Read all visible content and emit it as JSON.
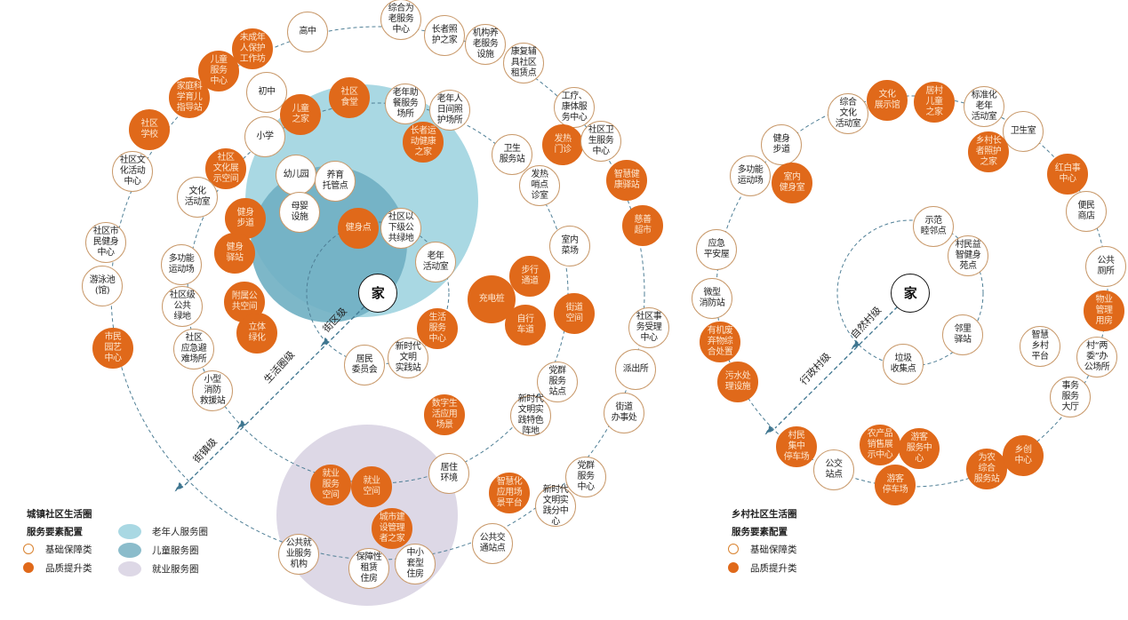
{
  "home_label": "家",
  "colors": {
    "quality": "#e0691a",
    "basic_border": "#c99a6c",
    "elderly_circle": "#a9d8e3",
    "children_circle": "#6fafc2",
    "employment_circle": "#ddd8e6"
  },
  "urban": {
    "levels": [
      "街区级",
      "生活圈级",
      "街镇级"
    ],
    "legend": {
      "title": "城镇社区生活圈",
      "subtitle": "服务要素配置",
      "basic": "基础保障类",
      "quality": "品质提升类",
      "elderly": "老年人服务圈",
      "children": "儿童服务圈",
      "employment": "就业服务圈"
    },
    "nodes": [
      {
        "label": "高中",
        "type": "b"
      },
      {
        "label": "综合为\n老服务\n中心",
        "type": "b"
      },
      {
        "label": "长者照\n护之家",
        "type": "b"
      },
      {
        "label": "机构养\n老服务\n设施",
        "type": "b"
      },
      {
        "label": "康复辅\n具社区\n租赁点",
        "type": "b"
      },
      {
        "label": "未成年\n人保护\n工作坊",
        "type": "q"
      },
      {
        "label": "儿童\n服务\n中心",
        "type": "q"
      },
      {
        "label": "家庭科\n学育儿\n指导站",
        "type": "q"
      },
      {
        "label": "社区\n学校",
        "type": "q"
      },
      {
        "label": "社区文\n化活动\n中心",
        "type": "b"
      },
      {
        "label": "社区市\n民健身\n中心",
        "type": "b"
      },
      {
        "label": "游泳池\n(馆)",
        "type": "b"
      },
      {
        "label": "市民\n园艺\n中心",
        "type": "q"
      },
      {
        "label": "初中",
        "type": "b"
      },
      {
        "label": "儿童\n之家",
        "type": "q"
      },
      {
        "label": "小学",
        "type": "b"
      },
      {
        "label": "社区\n食堂",
        "type": "q"
      },
      {
        "label": "老年助\n餐服务\n场所",
        "type": "b"
      },
      {
        "label": "老年人\n日间照\n护场所",
        "type": "b"
      },
      {
        "label": "长者运\n动健康\n之家",
        "type": "q"
      },
      {
        "label": "社区\n文化展\n示空间",
        "type": "q"
      },
      {
        "label": "文化\n活动室",
        "type": "b"
      },
      {
        "label": "健身\n步道",
        "type": "q"
      },
      {
        "label": "健身\n驿站",
        "type": "q"
      },
      {
        "label": "多功能\n运动场",
        "type": "b"
      },
      {
        "label": "社区级\n公共\n绿地",
        "type": "b"
      },
      {
        "label": "附属公\n共空间",
        "type": "q"
      },
      {
        "label": "立体\n绿化",
        "type": "q"
      },
      {
        "label": "社区\n应急避\n难场所",
        "type": "b"
      },
      {
        "label": "小型\n消防\n救援站",
        "type": "b"
      },
      {
        "label": "幼儿园",
        "type": "b"
      },
      {
        "label": "养育\n托管点",
        "type": "b"
      },
      {
        "label": "母婴\n设施",
        "type": "b"
      },
      {
        "label": "健身点",
        "type": "q"
      },
      {
        "label": "社区以\n下级公\n共绿地",
        "type": "b"
      },
      {
        "label": "老年\n活动室",
        "type": "b"
      },
      {
        "label": "生活\n服务\n中心",
        "type": "q"
      },
      {
        "label": "居民\n委员会",
        "type": "b"
      },
      {
        "label": "新时代\n文明\n实践站",
        "type": "b"
      },
      {
        "label": "卫生\n服务站",
        "type": "b"
      },
      {
        "label": "发热\n哨点\n诊室",
        "type": "b"
      },
      {
        "label": "工疗、\n康体服\n务中心",
        "type": "b"
      },
      {
        "label": "发热\n门诊",
        "type": "q"
      },
      {
        "label": "社区卫\n生服务\n中心",
        "type": "b"
      },
      {
        "label": "智慧健\n康驿站",
        "type": "q"
      },
      {
        "label": "慈善\n超市",
        "type": "q"
      },
      {
        "label": "室内\n菜场",
        "type": "b"
      },
      {
        "label": "充电桩",
        "type": "q"
      },
      {
        "label": "步行\n通道",
        "type": "q"
      },
      {
        "label": "自行\n车道",
        "type": "q"
      },
      {
        "label": "街道\n空间",
        "type": "q"
      },
      {
        "label": "社区事\n务受理\n中心",
        "type": "b"
      },
      {
        "label": "派出所",
        "type": "b"
      },
      {
        "label": "党群\n服务\n站点",
        "type": "b"
      },
      {
        "label": "新时代\n文明实\n践特色\n阵地",
        "type": "b"
      },
      {
        "label": "街道\n办事处",
        "type": "b"
      },
      {
        "label": "数字生\n活应用\n场景",
        "type": "q"
      },
      {
        "label": "居住\n环境",
        "type": "b"
      },
      {
        "label": "就业\n服务\n空间",
        "type": "q"
      },
      {
        "label": "就业\n空间",
        "type": "q"
      },
      {
        "label": "城市建\n设管理\n者之家",
        "type": "q"
      },
      {
        "label": "公共就\n业服务\n机构",
        "type": "b"
      },
      {
        "label": "保障性\n租赁\n住房",
        "type": "b"
      },
      {
        "label": "中小\n套型\n住房",
        "type": "b"
      },
      {
        "label": "智慧化\n应用场\n景平台",
        "type": "q"
      },
      {
        "label": "新时代\n文明实\n践分中\n心",
        "type": "b"
      },
      {
        "label": "党群\n服务\n中心",
        "type": "b"
      },
      {
        "label": "公共交\n通站点",
        "type": "b"
      }
    ]
  },
  "rural": {
    "levels": [
      "自然村级",
      "行政村级"
    ],
    "legend": {
      "title": "乡村社区生活圈",
      "subtitle": "服务要素配置",
      "basic": "基础保障类",
      "quality": "品质提升类"
    },
    "nodes": [
      {
        "label": "综合\n文化\n活动室",
        "type": "b"
      },
      {
        "label": "文化\n展示馆",
        "type": "q"
      },
      {
        "label": "居村\n儿童\n之家",
        "type": "q"
      },
      {
        "label": "标准化\n老年\n活动室",
        "type": "b"
      },
      {
        "label": "卫生室",
        "type": "b"
      },
      {
        "label": "乡村长\n者照护\n之家",
        "type": "q"
      },
      {
        "label": "健身\n步道",
        "type": "b"
      },
      {
        "label": "多功能\n运动场",
        "type": "b"
      },
      {
        "label": "室内\n健身室",
        "type": "q"
      },
      {
        "label": "红白事\n中心",
        "type": "q"
      },
      {
        "label": "便民\n商店",
        "type": "b"
      },
      {
        "label": "应急\n平安屋",
        "type": "b"
      },
      {
        "label": "微型\n消防站",
        "type": "b"
      },
      {
        "label": "公共\n厕所",
        "type": "b"
      },
      {
        "label": "物业\n管理\n用房",
        "type": "q"
      },
      {
        "label": "有机废\n弃物综\n合处置",
        "type": "q"
      },
      {
        "label": "污水处\n理设施",
        "type": "q"
      },
      {
        "label": "示范\n睦邻点",
        "type": "b"
      },
      {
        "label": "村民益\n智健身\n苑点",
        "type": "b"
      },
      {
        "label": "邻里\n驿站",
        "type": "b"
      },
      {
        "label": "智慧\n乡村\n平台",
        "type": "b"
      },
      {
        "label": "村“两\n委”办\n公场所",
        "type": "b"
      },
      {
        "label": "垃圾\n收集点",
        "type": "b"
      },
      {
        "label": "事务\n服务\n大厅",
        "type": "b"
      },
      {
        "label": "村民\n集中\n停车场",
        "type": "q"
      },
      {
        "label": "公交\n站点",
        "type": "b"
      },
      {
        "label": "农产品\n销售展\n示中心",
        "type": "q"
      },
      {
        "label": "游客\n服务中\n心",
        "type": "q"
      },
      {
        "label": "游客\n停车场",
        "type": "q"
      },
      {
        "label": "为农\n综合\n服务站",
        "type": "q"
      },
      {
        "label": "乡创\n中心",
        "type": "q"
      }
    ]
  }
}
